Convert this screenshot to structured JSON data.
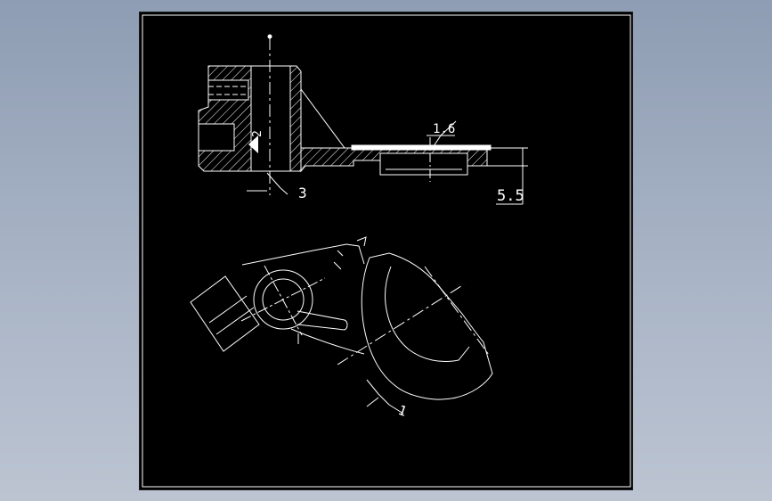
{
  "drawing": {
    "background_color": "#000000",
    "line_color": "#ffffff",
    "annotations": {
      "roughness_value": "1.6",
      "thickness_dimension": "5.5",
      "inner_dimension": "2",
      "section_callout": "3",
      "part_callout": "1"
    }
  }
}
